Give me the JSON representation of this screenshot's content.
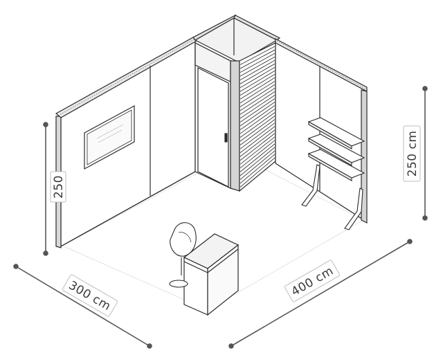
{
  "dimensions": {
    "width_label": "300 cm",
    "depth_label": "400 cm",
    "height_right_label": "250 cm",
    "height_left_label": "250"
  },
  "colors": {
    "line": "#2a2a2a",
    "dimension_line": "#555555",
    "label_border": "#bdbdbd"
  }
}
